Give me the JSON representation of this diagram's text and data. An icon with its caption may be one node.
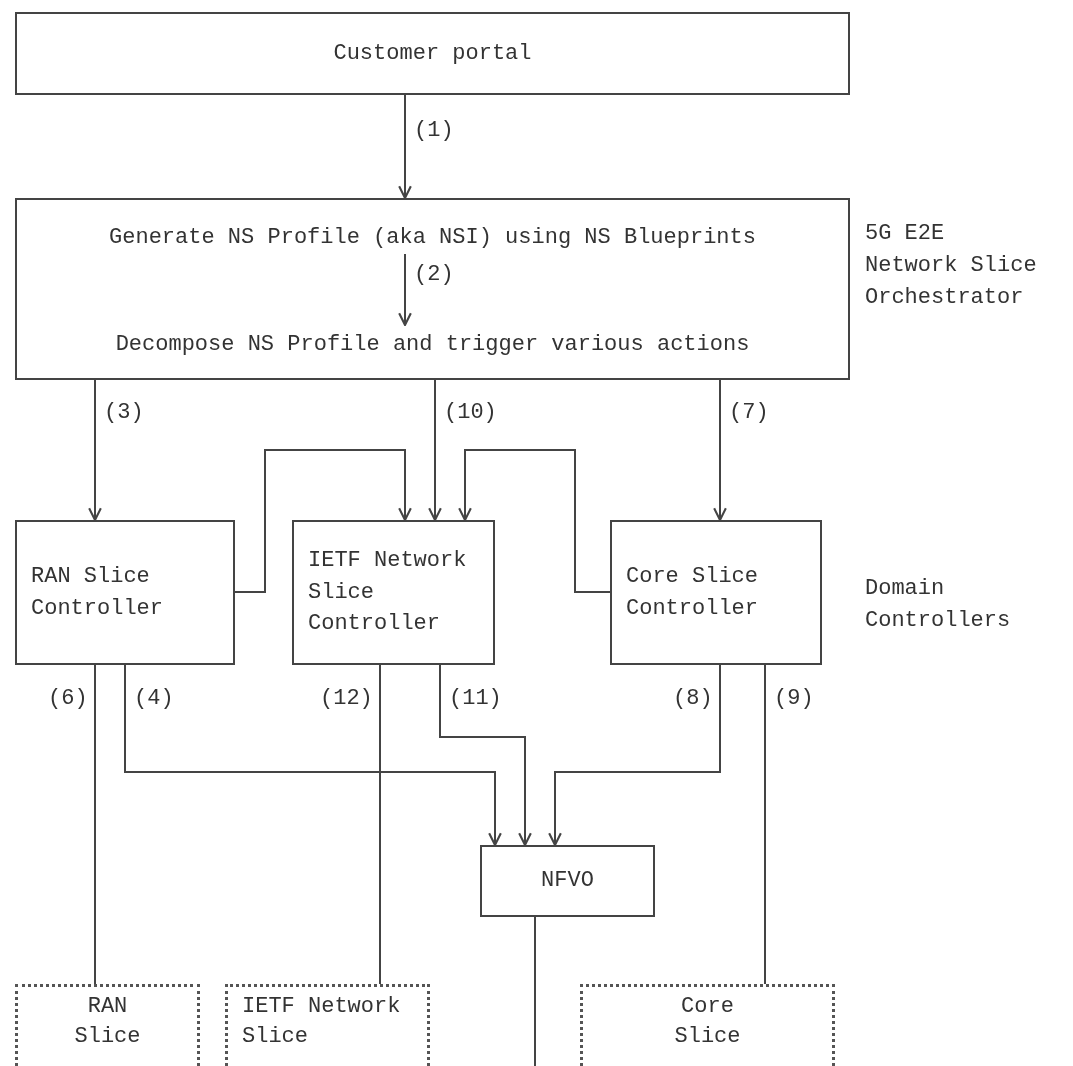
{
  "diagram": {
    "nodes": [
      {
        "text": [
          "Customer portal"
        ]
      },
      {
        "text": [],
        "shape": "box",
        "beside": [
          "5G E2E Network Slice Orchestrator"
        ]
      },
      {
        "text": [
          "Generate NS Profile (aka NSI) using NS Blueprints"
        ],
        "in": 1
      },
      {
        "text": [
          "Decompose NS Profile and trigger various actions"
        ],
        "in": 1
      },
      {
        "text": [
          "RAN Slice Controller"
        ]
      },
      {
        "text": [
          "IETF Network Slice Controller"
        ]
      },
      {
        "text": [
          "Core Slice Controller"
        ]
      },
      {
        "text": [
          "NFVO"
        ]
      },
      {
        "text": [
          "RAN Slice"
        ]
      },
      {
        "text": [
          "IETF Network Slice"
        ]
      },
      {
        "text": [
          "Core Slice"
        ]
      }
    ],
    "edges": [
      {
        "from": 0,
        "to": 1,
        "arrow": "to",
        "label": "(1)"
      },
      {
        "from": 2,
        "to": 3,
        "arrow": "to",
        "label": "(2)"
      },
      {
        "from": 1,
        "to": 4,
        "arrow": "to",
        "label": "(3)"
      },
      {
        "from": 1,
        "to": 5,
        "arrow": "to",
        "label": "(10)"
      },
      {
        "from": 4,
        "to": 5,
        "arrow": "to"
      },
      {
        "from": 6,
        "to": 5,
        "arrow": "to"
      },
      {
        "from": 1,
        "to": 6,
        "arrow": "to",
        "label": "(7)"
      },
      {
        "from": 4,
        "to": 8,
        "arrow": "none",
        "label": "(6)"
      },
      {
        "from": 4,
        "to": 7,
        "arrow": "to",
        "label": "(4)"
      },
      {
        "from": 5,
        "to": 9,
        "arrow": "none",
        "label": "(12)"
      },
      {
        "from": 5,
        "to": 7,
        "arrow": "to",
        "label": "(11)"
      },
      {
        "from": 6,
        "to": 7,
        "arrow": "to",
        "label": "(8)"
      },
      {
        "from": 6,
        "to": 10,
        "arrow": "none",
        "label": "(9)"
      },
      {
        "from": 7,
        "to": null,
        "arrow": "none"
      }
    ],
    "labels": [
      "Domain Controllers"
    ]
  }
}
